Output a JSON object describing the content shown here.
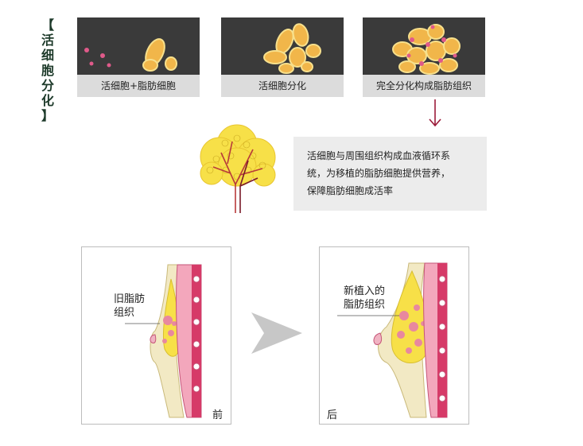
{
  "side_title": {
    "chars": [
      "【",
      "活",
      "细",
      "胞",
      "分",
      "化",
      "】"
    ]
  },
  "stages": [
    {
      "caption": "活细胞+脂肪细胞"
    },
    {
      "caption": "活细胞分化"
    },
    {
      "caption": "完全分化构成脂肪组织"
    }
  ],
  "info": {
    "lines": [
      "活细胞与周围组织构成血液循环系",
      "统，为移植的脂肪细胞提供营养，",
      "保障脂肪细胞成活率"
    ]
  },
  "before": {
    "label_line1": "旧脂肪",
    "label_line2": "组织",
    "corner": "前"
  },
  "after": {
    "label_line1": "新植入的",
    "label_line2": "脂肪组织",
    "corner": "后"
  },
  "colors": {
    "accent": "#9b1b3a",
    "fat_yellow": "#f2d84a",
    "skin_pink": "#e88aa6"
  }
}
